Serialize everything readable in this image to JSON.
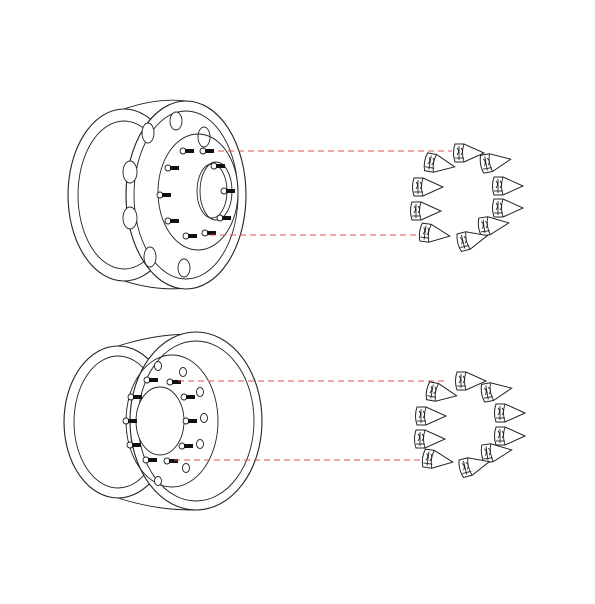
{
  "colors": {
    "line": "#222222",
    "leader": "#d9534f",
    "background": "#ffffff"
  },
  "assemblies": [
    {
      "name": "top-assembly",
      "wheel_type": "hub-piloted wheel with hand holes",
      "nut_count": 10
    },
    {
      "name": "bottom-assembly",
      "wheel_type": "stud-piloted wheel",
      "nut_count": 10
    }
  ]
}
